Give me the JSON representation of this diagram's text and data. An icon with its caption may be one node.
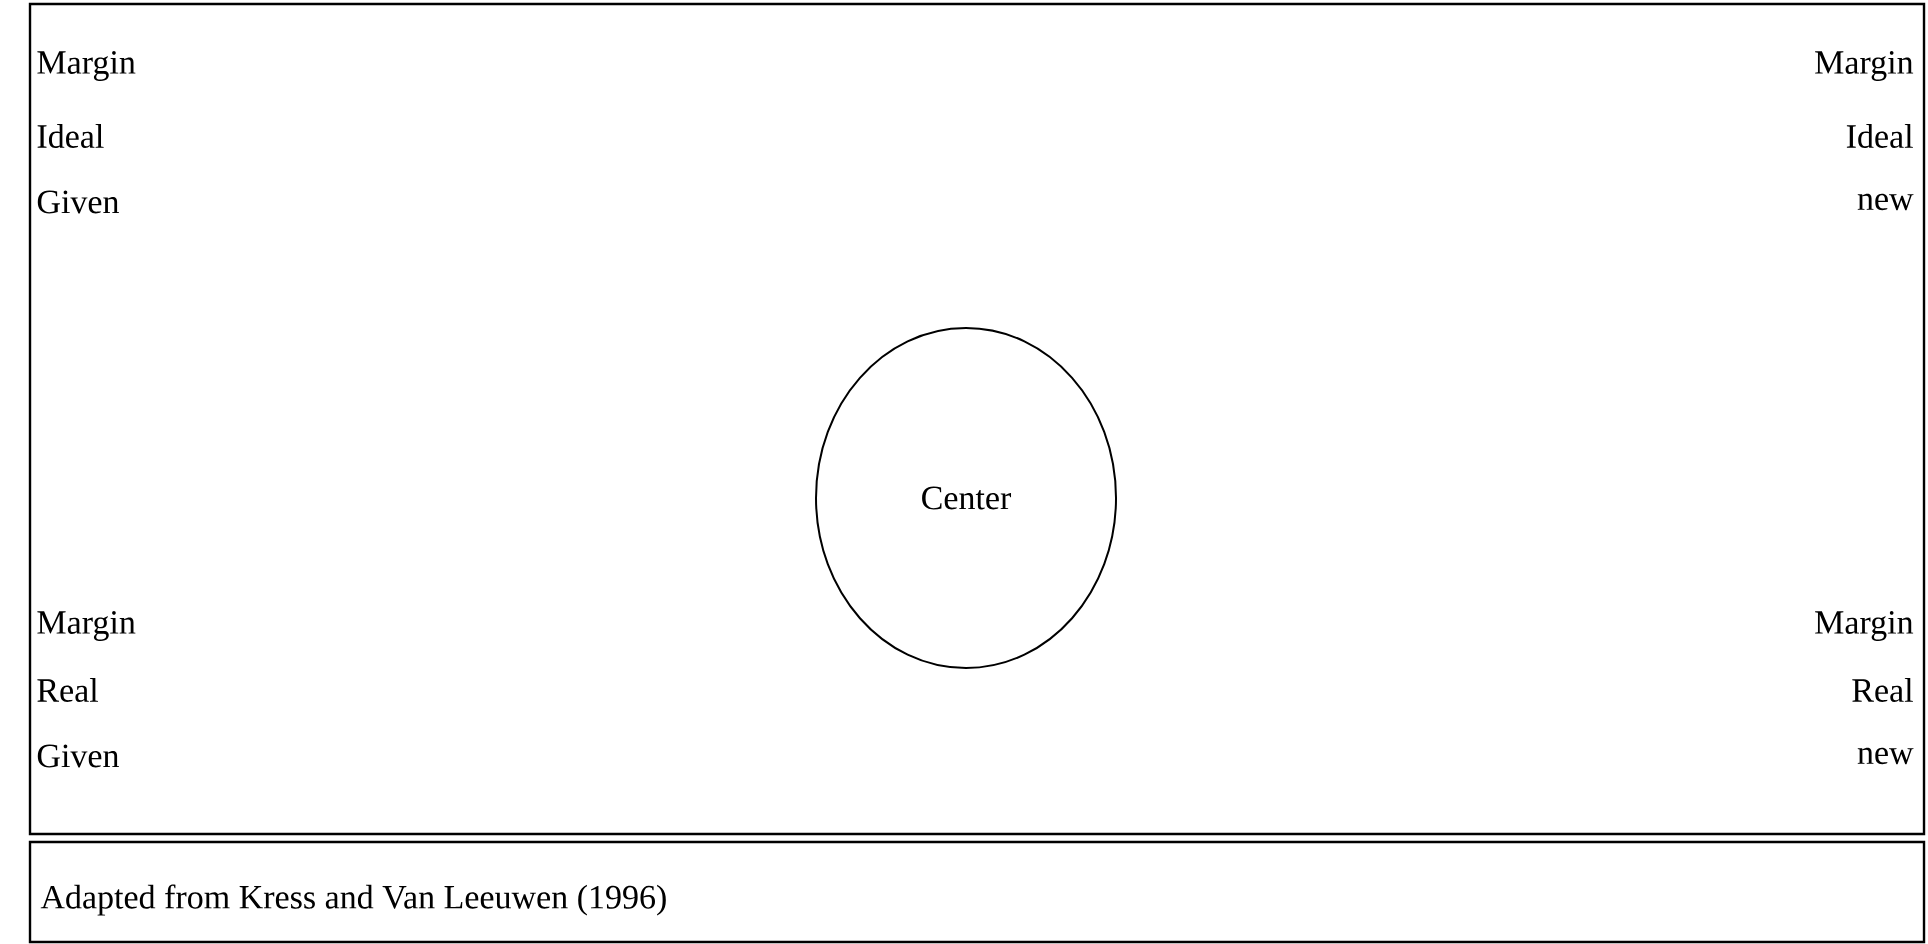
{
  "diagram": {
    "caption": "Adapted from Kress and Van Leeuwen (1996)",
    "nodes": [
      {
        "text": [
          "Center"
        ]
      }
    ],
    "labels": [
      "Margin",
      "Margin",
      "Ideal",
      "Ideal",
      "Given",
      "new",
      "Margin",
      "Margin",
      "Real",
      "Real",
      "Given",
      "new"
    ]
  }
}
